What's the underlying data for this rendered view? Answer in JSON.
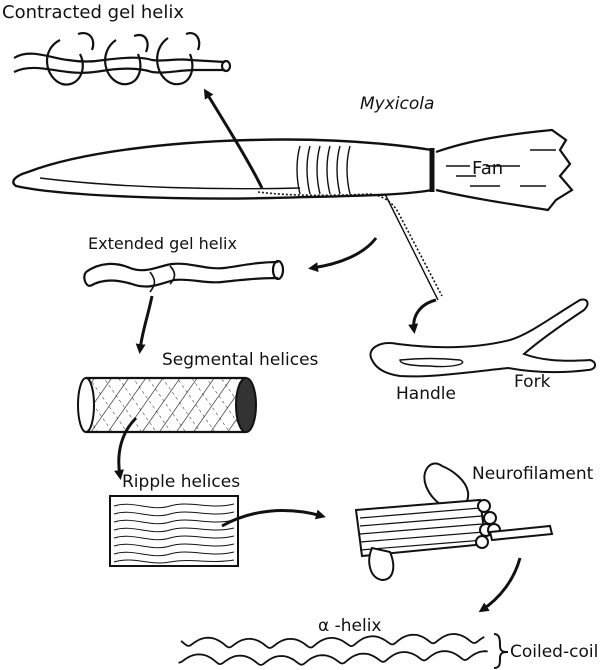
{
  "labels": {
    "contracted_gel_helix": "Contracted gel helix",
    "myxicola": "Myxicola",
    "fan": "Fan",
    "extended_gel_helix": "Extended gel helix",
    "segmental_helices": "Segmental helices",
    "handle": "Handle",
    "fork": "Fork",
    "ripple_helices": "Ripple helices",
    "neurofilament": "Neurofilament",
    "alpha_helix": "α -helix",
    "coiled_coil": "Coiled-coil"
  },
  "colors": {
    "ink": "#111111",
    "fill": "#ffffff"
  }
}
